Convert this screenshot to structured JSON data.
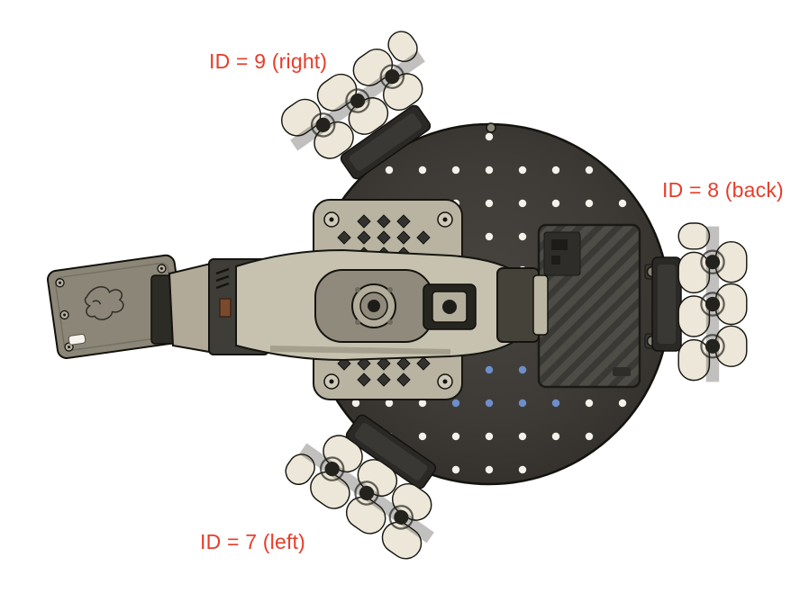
{
  "diagram": {
    "labels": [
      {
        "text": "ID = 9 (right)"
      },
      {
        "text": "ID = 8 (back)"
      },
      {
        "text": "ID = 7 (left)"
      }
    ],
    "colors": {
      "annotation": "#e83c2a",
      "plate": "#3e3b37",
      "wheel": "#ece7d8",
      "arm": "#c7c1b0",
      "plate_dot": "#f3f1ea",
      "plate_dot_blue": "#6d8ec9"
    }
  }
}
